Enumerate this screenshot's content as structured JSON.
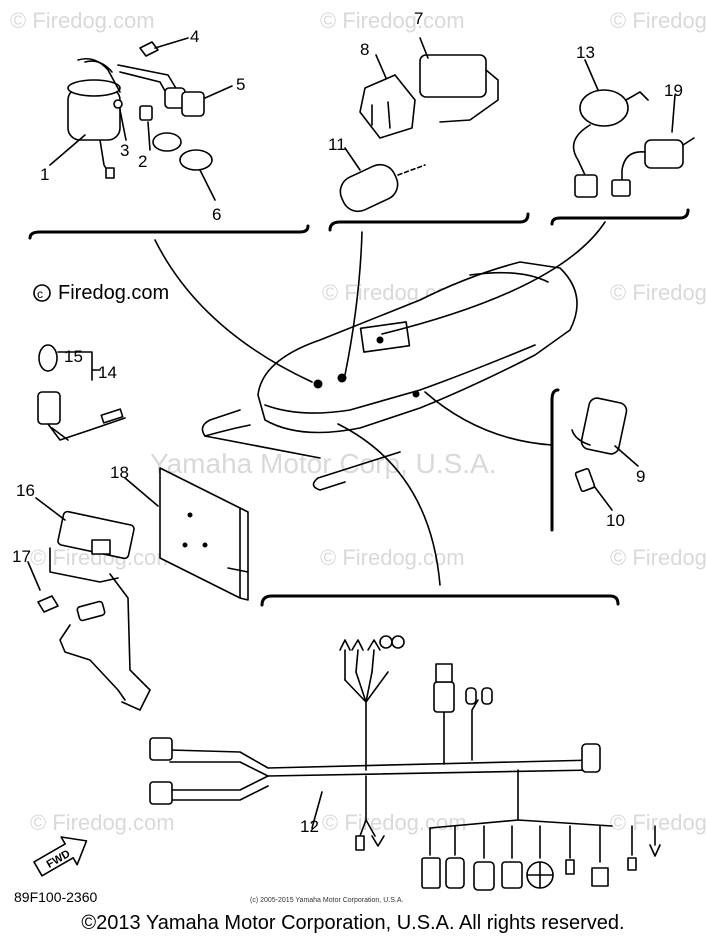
{
  "watermark": {
    "text": "© Firedog.com",
    "text_short": "© Firedog",
    "text_firedog": "Firedog.com",
    "center_text": "Yamaha Motor Corp, U.S.A."
  },
  "diagram": {
    "callouts": [
      "1",
      "2",
      "3",
      "4",
      "5",
      "6",
      "7",
      "8",
      "9",
      "10",
      "11",
      "12",
      "13",
      "14",
      "15",
      "16",
      "17",
      "18",
      "19"
    ],
    "part_number": "89F100-2360",
    "fwd_label": "FWD",
    "small_credit": "(c) 2005-2015 Yamaha Motor Corporation, U.S.A."
  },
  "footer": {
    "copyright": "©2013 Yamaha Motor Corporation, U.S.A. All rights reserved."
  }
}
